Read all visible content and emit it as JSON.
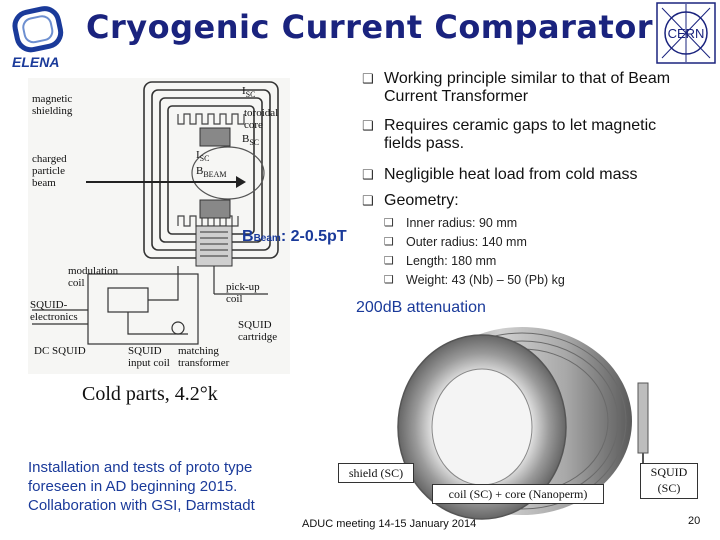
{
  "title": "Cryogenic Current Comparator",
  "logos": {
    "left": "ELENA",
    "right": "CERN"
  },
  "diagram": {
    "labels": {
      "magnetic_shielding": "magnetic\nshielding",
      "charged_particle_beam": "charged\nparticle\nbeam",
      "i_sc_top": "I",
      "i_sc_top_sub": "SC",
      "toroidal_core": "toroidal\ncore",
      "b_sc": "B",
      "b_sc_sub": "SC",
      "i_sc_mid": "I",
      "i_sc_mid_sub": "SC",
      "b_beam": "B",
      "b_beam_sub": "BEAM",
      "modulation_coil": "modulation\ncoil",
      "squid_electronics": "SQUID-\nelectronics",
      "pickup_coil": "pick-up\ncoil",
      "squid_cartridge": "SQUID\ncartridge",
      "dc_squid": "DC SQUID",
      "squid_input_coil": "SQUID\ninput coil",
      "matching_transformer": "matching\ntransformer"
    }
  },
  "bbeam": {
    "prefix": "B",
    "sub": "Beam",
    "suffix": ": 2-0.5pT"
  },
  "bullets": [
    "Working principle similar to that of Beam Current Transformer",
    "Requires ceramic gaps to let magnetic fields pass.",
    "Negligible heat load from cold mass",
    "Geometry:"
  ],
  "bullet_marker": "❑",
  "geometry": [
    "Inner radius: 90 mm",
    "Outer radius: 140 mm",
    "Length: 180 mm",
    "Weight: 43 (Nb) – 50 (Pb) kg"
  ],
  "attenuation": "200dB attenuation",
  "cold_parts": "Cold parts, 4.2°k",
  "installation": "Installation and tests of proto type foreseen in AD beginning 2015. Collaboration with GSI, Darmstadt",
  "photo_labels": {
    "shield": "shield (SC)",
    "coil": "coil (SC) + core (Nanoperm)",
    "squid": "SQUID\n(SC)"
  },
  "footer": "ADUC meeting 14-15 January 2014",
  "page_number": "20",
  "colors": {
    "title": "#1a237e",
    "blue_text": "#1a3a9a"
  }
}
